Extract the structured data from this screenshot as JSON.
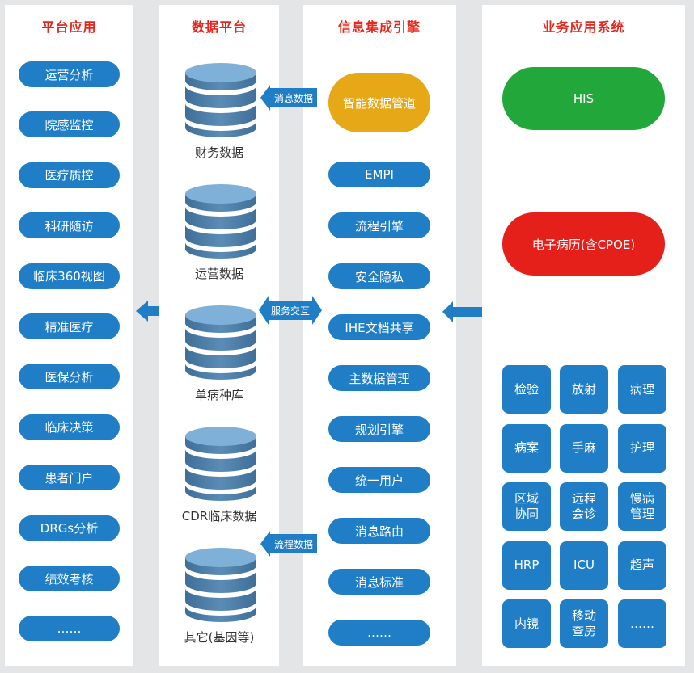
{
  "platform": {
    "title": "平台应用",
    "items": [
      "运营分析",
      "院感监控",
      "医疗质控",
      "科研随访",
      "临床360视图",
      "精准医疗",
      "医保分析",
      "临床决策",
      "患者门户",
      "DRGs分析",
      "绩效考核",
      "……"
    ]
  },
  "data_platform": {
    "title": "数据平台",
    "databases": [
      "财务数据",
      "运营数据",
      "单病种库",
      "CDR临床数据",
      "其它(基因等)"
    ]
  },
  "engine": {
    "title": "信息集成引擎",
    "pipeline": "智能数据管道",
    "items": [
      "EMPI",
      "流程引擎",
      "安全隐私",
      "IHE文档共享",
      "主数据管理",
      "规划引擎",
      "统一用户",
      "消息路由",
      "消息标准",
      "……"
    ]
  },
  "business": {
    "title": "业务应用系统",
    "his": "HIS",
    "emr": "电子病历(含CPOE)",
    "tiles": [
      "检验",
      "放射",
      "病理",
      "病案",
      "手麻",
      "护理",
      "区域\n协同",
      "远程\n会诊",
      "慢病\n管理",
      "HRP",
      "ICU",
      "超声",
      "内镜",
      "移动\n查房",
      "……"
    ]
  },
  "arrows": {
    "message_data": "消息数据",
    "service_exchange": "服务交互",
    "process_data": "流程数据"
  },
  "colors": {
    "panel_title": "#e5281f",
    "pill_blue": "#1f7ec6",
    "pipeline_yellow": "#e6a817",
    "his_green": "#22a83a",
    "emr_red": "#e5201b",
    "background": "#e4e5e7"
  }
}
